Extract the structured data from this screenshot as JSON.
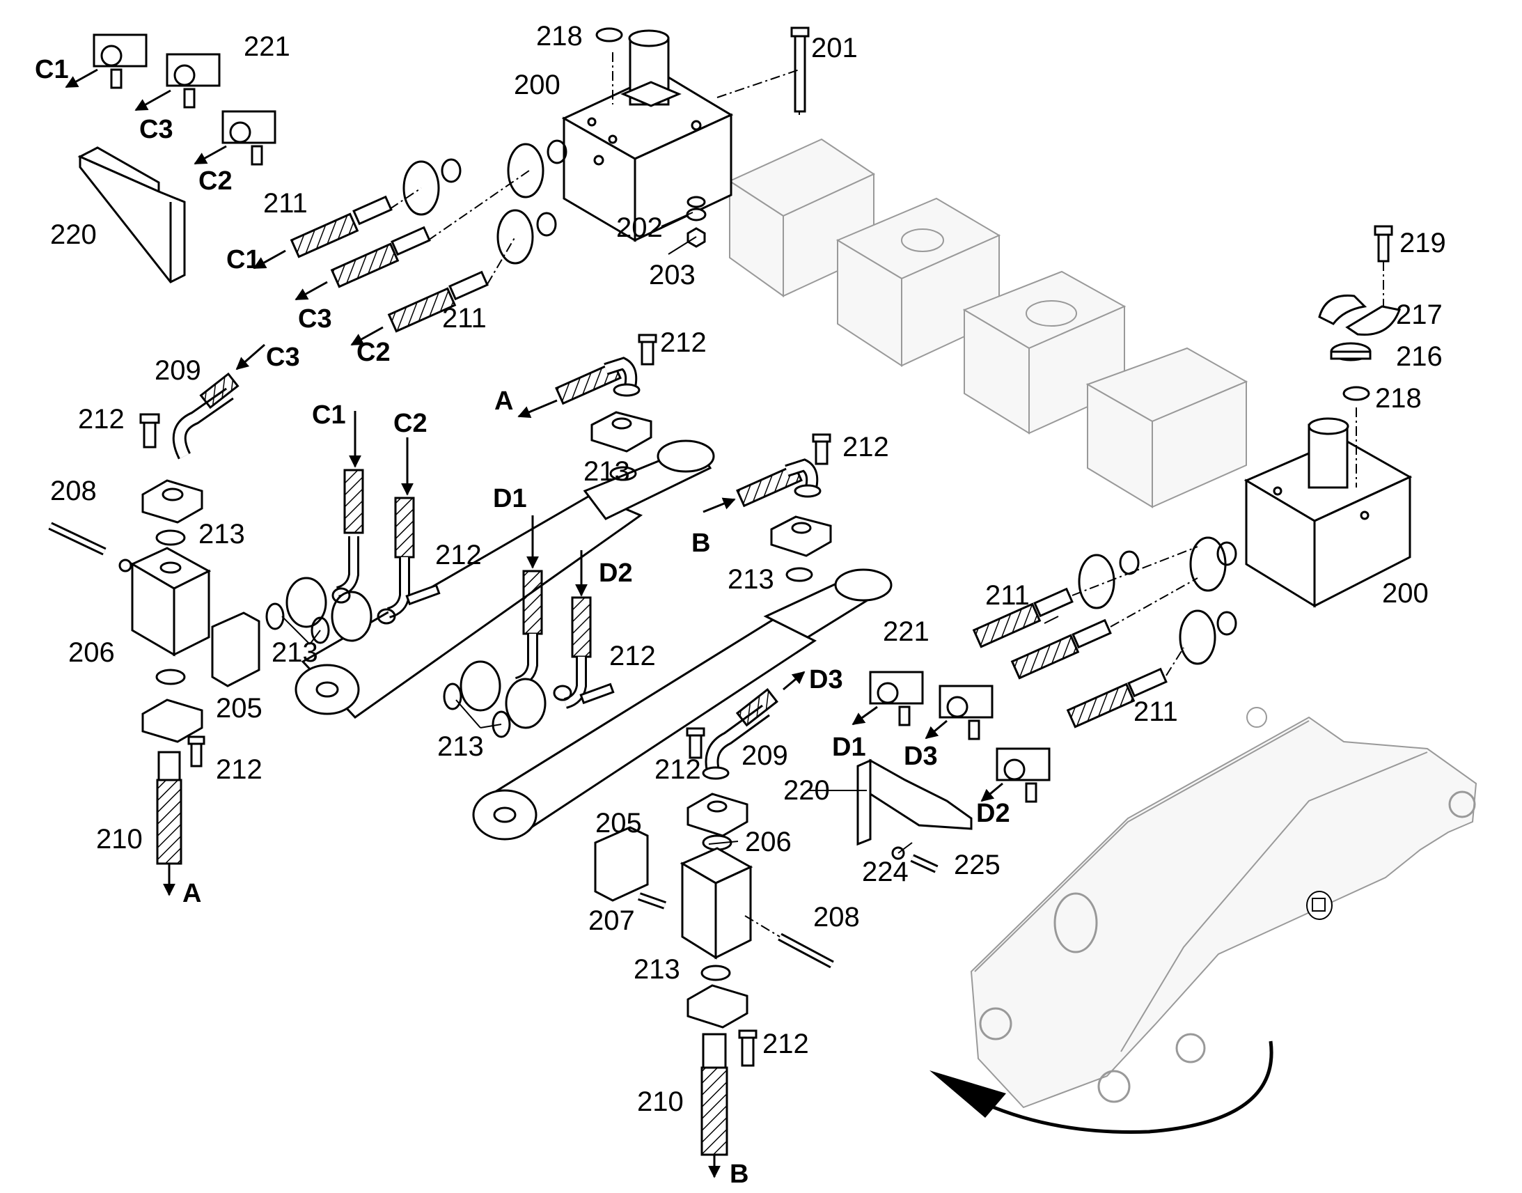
{
  "labels": {
    "n200a": "200",
    "n200b": "200",
    "n201": "201",
    "n202": "202",
    "n203": "203",
    "n205a": "205",
    "n205b": "205",
    "n206a": "206",
    "n206b": "206",
    "n207": "207",
    "n208a": "208",
    "n208b": "208",
    "n209a": "209",
    "n209b": "209",
    "n210a": "210",
    "n210b": "210",
    "n211a": "211",
    "n211b": "211",
    "n211c": "211",
    "n211d": "211",
    "n212a": "212",
    "n212b": "212",
    "n212c": "212",
    "n212d": "212",
    "n212e": "212",
    "n212f": "212",
    "n212g": "212",
    "n212h": "212",
    "n213a": "213",
    "n213b": "213",
    "n213c": "213",
    "n213d": "213",
    "n213e": "213",
    "n213f": "213",
    "n216": "216",
    "n217": "217",
    "n218a": "218",
    "n218b": "218",
    "n219": "219",
    "n220a": "220",
    "n220b": "220",
    "n221a": "221",
    "n221b": "221",
    "n224": "224",
    "n225": "225"
  },
  "letters": {
    "c1a": "C1",
    "c3a": "C3",
    "c2a": "C2",
    "c1b": "C1",
    "c3b": "C3",
    "c2b": "C2",
    "c3c": "C3",
    "c1c": "C1",
    "c2c": "C2",
    "d1a": "D1",
    "d2a": "D2",
    "d3a": "D3",
    "d1b": "D1",
    "d3b": "D3",
    "d2b": "D2",
    "a1": "A",
    "a2": "A",
    "b1": "B",
    "b2": "B"
  }
}
